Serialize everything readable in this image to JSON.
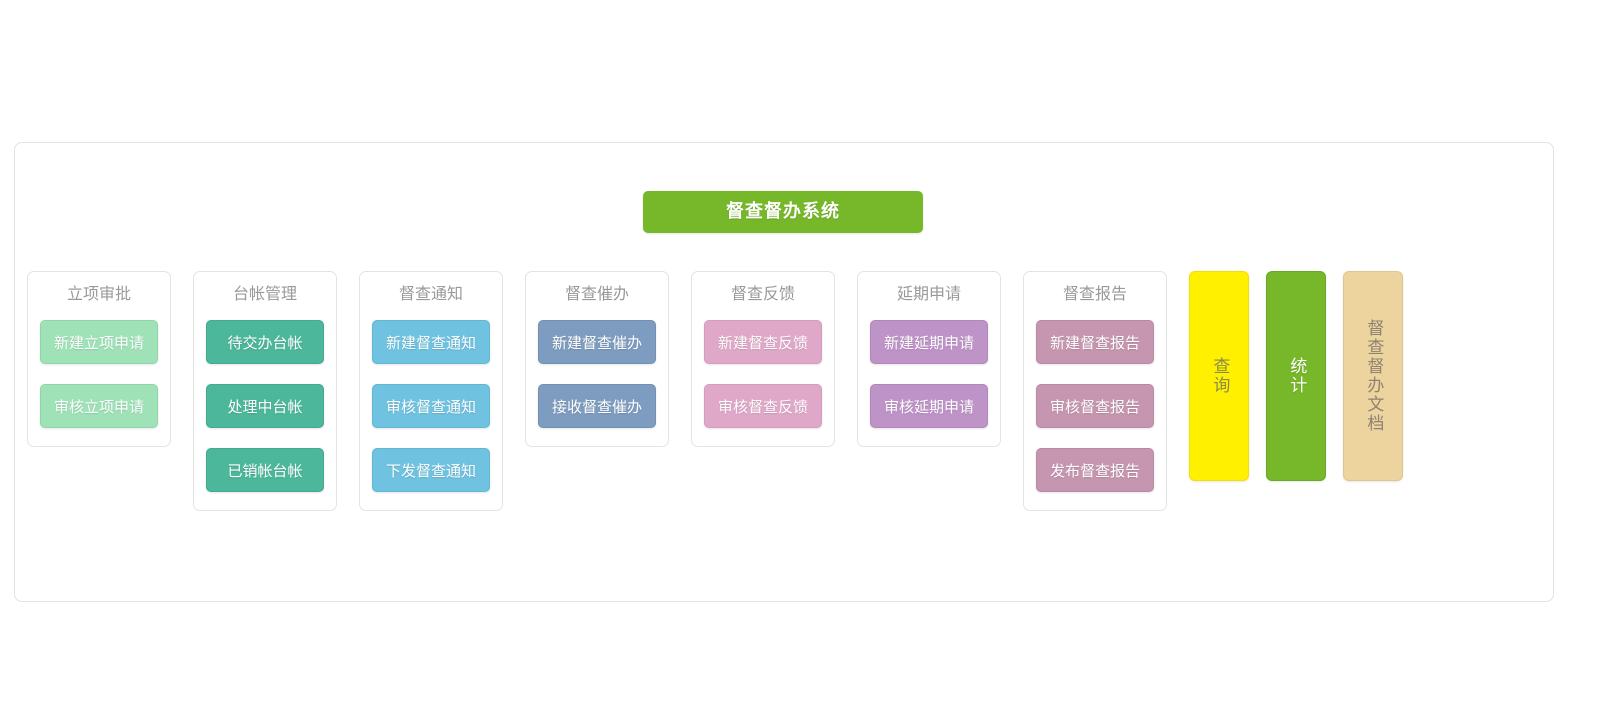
{
  "system": {
    "title": "督查督办系统",
    "title_color": "#76b829"
  },
  "groups": [
    {
      "title": "立项审批",
      "color": "#9fe2b8",
      "items": [
        "新建立项申请",
        "审核立项申请"
      ]
    },
    {
      "title": "台帐管理",
      "color": "#4cb79a",
      "items": [
        "待交办台帐",
        "处理中台帐",
        "已销帐台帐"
      ]
    },
    {
      "title": "督查通知",
      "color": "#6fc2e0",
      "items": [
        "新建督查通知",
        "审核督查通知",
        "下发督查通知"
      ]
    },
    {
      "title": "督查催办",
      "color": "#7e9cbf",
      "items": [
        "新建督查催办",
        "接收督查催办"
      ]
    },
    {
      "title": "督查反馈",
      "color": "#e0a8c8",
      "items": [
        "新建督查反馈",
        "审核督查反馈"
      ]
    },
    {
      "title": "延期申请",
      "color": "#be93c8",
      "items": [
        "新建延期申请",
        "审核延期申请"
      ]
    },
    {
      "title": "督查报告",
      "color": "#c696b0",
      "items": [
        "新建督查报告",
        "审核督查报告",
        "发布督查报告"
      ]
    }
  ],
  "vertical_tabs": [
    {
      "label": "查询",
      "color": "#fff000"
    },
    {
      "label": "统计",
      "color": "#76b829"
    },
    {
      "label": "督查督办文档",
      "color": "#edd49f"
    }
  ]
}
